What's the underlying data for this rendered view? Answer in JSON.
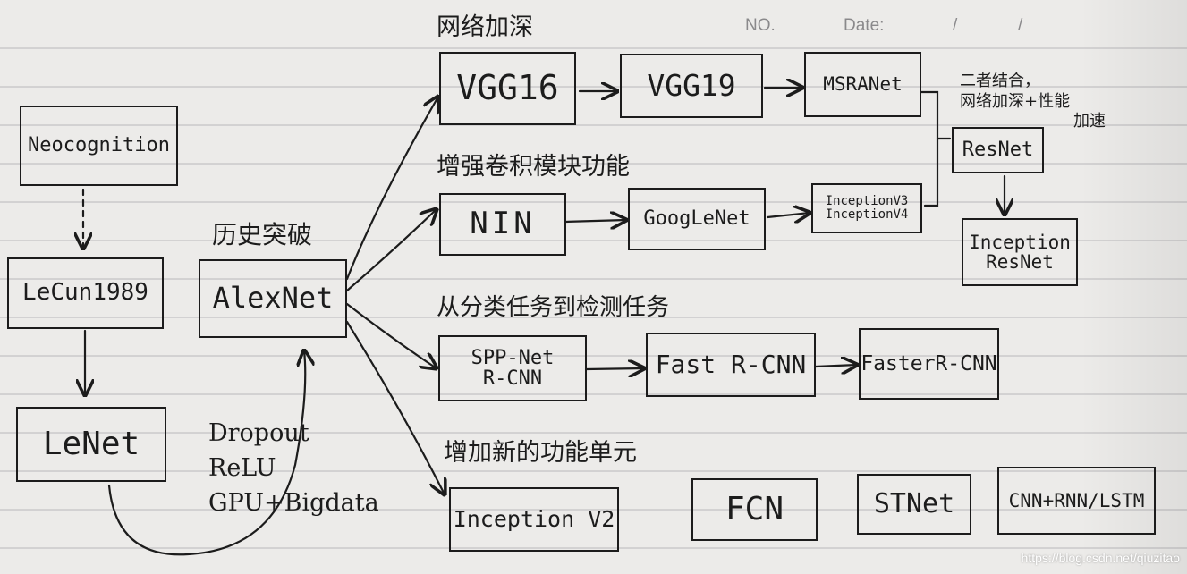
{
  "header": {
    "no": "NO.",
    "date": "Date:",
    "slash1": "/",
    "slash2": "/"
  },
  "nodes": {
    "neocognition": "Neocognition",
    "lecun1989": "LeCun1989",
    "lenet": "LeNet",
    "alexnet": "AlexNet",
    "vgg16": "VGG16",
    "vgg19": "VGG19",
    "msranet": "MSRANet",
    "resnet": "ResNet",
    "inception_resnet": [
      "Inception",
      "ResNet"
    ],
    "nin": "NIN",
    "googlenet": "GoogLeNet",
    "inception_v3_v4": [
      "InceptionV3",
      "InceptionV4"
    ],
    "spp_rcnn": [
      "SPP-Net",
      "R-CNN"
    ],
    "fast_rcnn": "Fast R-CNN",
    "faster_rcnn": "FasterR-CNN",
    "inception_v2": "Inception V2",
    "fcn": "FCN",
    "stnet": "STNet",
    "cnn_rnn_lstm": "CNN+RNN/LSTM"
  },
  "labels": {
    "breakthrough": "历史突破",
    "deepen": "网络加深",
    "enhance_conv": "增强卷积模块功能",
    "detection": "从分类任务到检测任务",
    "new_units": "增加新的功能单元",
    "combine": [
      "二者结合，",
      "网络加深+性能",
      "加速"
    ],
    "techniques": [
      "Dropout",
      "ReLU",
      "GPU+Bigdata"
    ]
  },
  "watermark": "https://blog.csdn.net/qiuzitao"
}
